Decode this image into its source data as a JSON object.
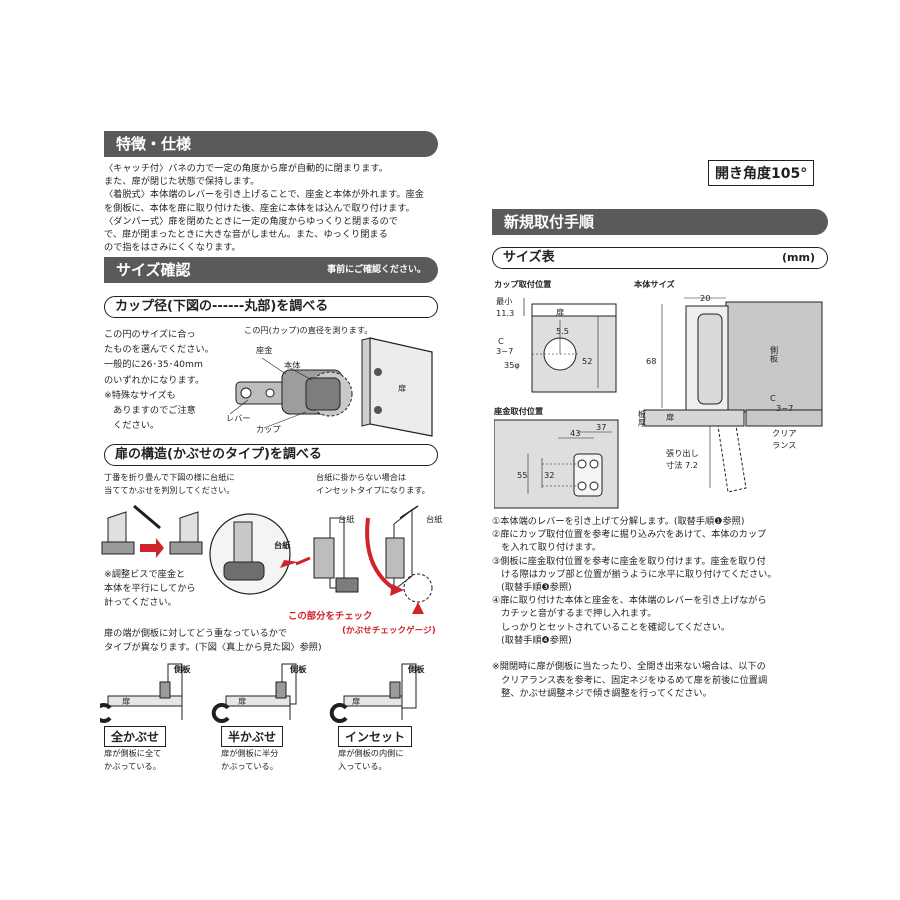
{
  "features": {
    "title": "特徴・仕様",
    "lines": [
      "〈キャッチ付〉バネの力で一定の角度から扉が自動的に閉まります。",
      "また、扉が閉じた状態で保持します。",
      "〈着脱式〉本体端のレバーを引き上げることで、座金と本体が外れます。座金",
      "を側板に、本体を扉に取り付けた後、座金に本体をは込んで取り付けます。",
      "〈ダンパー式〉扉を閉めたときに一定の角度からゆっくりと閉まるので",
      "で、扉が閉まったときに大きな音がしません。また、ゆっくり閉まる",
      "ので指をはさみにくくなります。"
    ]
  },
  "size_check": {
    "title": "サイズ確認",
    "note": "事前にご確認ください。",
    "cup_title": "カップ径(下図の------丸部)を調べる",
    "cup_text": [
      "この円のサイズに合っ",
      "たものを選んでください。",
      "一般的に26･35･40mm",
      "のいずれかになります。",
      "※特殊なサイズも",
      "　ありますのでご注意",
      "　ください。"
    ],
    "cup_callout": "この円(カップ)の直径を測ります。",
    "labels": {
      "zagane": "座金",
      "hontai": "本体",
      "lever": "レバー",
      "cup": "カップ",
      "tobira": "扉"
    }
  },
  "structure": {
    "title": "扉の構造(かぶせのタイプ)を調べる",
    "intro": [
      "丁番を折り畳んで下図の様に台紙に",
      "当ててかぶせを判別してください。"
    ],
    "inset_note": [
      "台紙に掛からない場合は",
      "インセットタイプになります。"
    ],
    "adjust_note": [
      "※調整ビスで座金と",
      "本体を平行にしてから",
      "計ってください。"
    ],
    "daishi": "台紙",
    "check_red": "この部分をチェック",
    "gauge_red": "(かぶせチェックゲージ)",
    "edge_note": [
      "扉の端が側板に対してどう重なっているかで",
      "タイプが異なります。(下図〈真上から見た図〉参照)"
    ],
    "types": [
      {
        "name": "全かぶせ",
        "desc": [
          "扉が側板に全て",
          "かぶっている。"
        ]
      },
      {
        "name": "半かぶせ",
        "desc": [
          "扉が側板に半分",
          "かぶっている。"
        ]
      },
      {
        "name": "インセット",
        "desc": [
          "扉が側板の内側に",
          "入っている。"
        ]
      }
    ],
    "sokuban": "側板",
    "tobira": "扉"
  },
  "angle_badge": "開き角度105°",
  "install": {
    "title": "新規取付手順",
    "size_table": "サイズ表",
    "unit": "(mm)",
    "cup_pos_title": "カップ取付位置",
    "body_size_title": "本体サイズ",
    "plate_pos_title": "座金取付位置",
    "dims": {
      "min": "最小",
      "d11": "11.3",
      "c": "C",
      "c37": "3~7",
      "d55": "5.5",
      "d35": "35φ",
      "d52": "52",
      "d20": "20",
      "d68": "68",
      "d43": "43",
      "d37": "37",
      "d55b": "55",
      "d32": "32",
      "tobira": "扉",
      "sokuban": "側板",
      "itaatsu": "板厚",
      "clear1": "クリア",
      "clear2": "ランス",
      "hari1": "張り出し",
      "hari2": "寸法 7.2"
    },
    "steps": [
      "①本体端のレバーを引き上げて分解します。(取替手順❶参照)",
      "②扉にカップ取付位置を参考に掘り込み穴をあけて、本体のカップ",
      "　を入れて取り付けます。",
      "③側板に座金取付位置を参考に座金を取り付けます。座金を取り付",
      "　ける際はカップ部と位置が揃うように水平に取り付けてください。",
      "　(取替手順❸参照)",
      "④扉に取り付けた本体と座金を、本体端のレバーを引き上げながら",
      "　カチッと音がするまで押し入れます。",
      "　しっかりとセットされていることを確認してください。",
      "　(取替手順❹参照)"
    ],
    "notes": [
      "※開閉時に扉が側板に当たったり、全開き出来ない場合は、以下の",
      "　クリアランス表を参考に、固定ネジをゆるめて扉を前後に位置調",
      "　整、かぶせ調整ネジで傾き調整を行ってください。"
    ]
  }
}
